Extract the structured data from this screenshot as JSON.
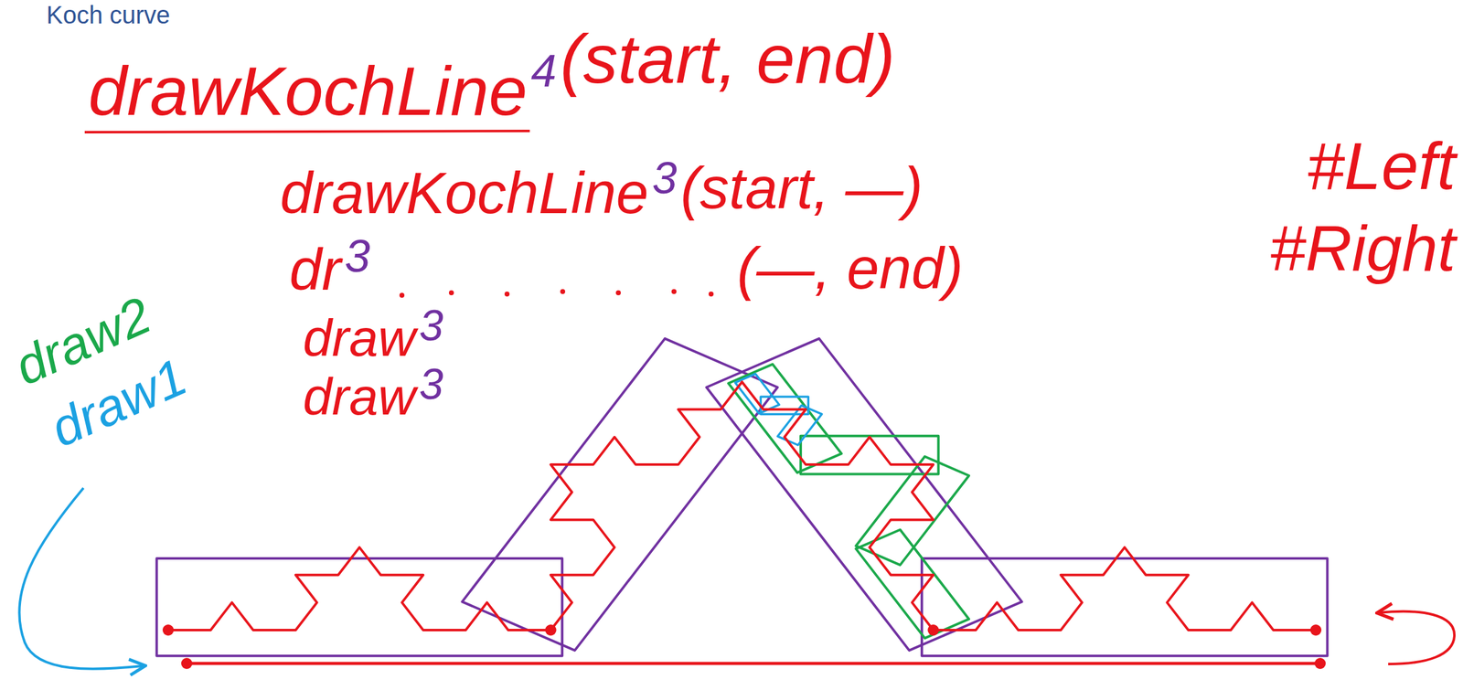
{
  "diagram": {
    "title": "Koch curve",
    "labels": [
      "drawKochLine",
      "4",
      "(start, end)",
      "drawKochLine",
      "3",
      "(start, —)",
      "dr",
      "3",
      "(—, end)",
      "draw",
      "3",
      "draw",
      "3",
      "#Left",
      "#Right",
      "draw2",
      "draw1"
    ]
  }
}
